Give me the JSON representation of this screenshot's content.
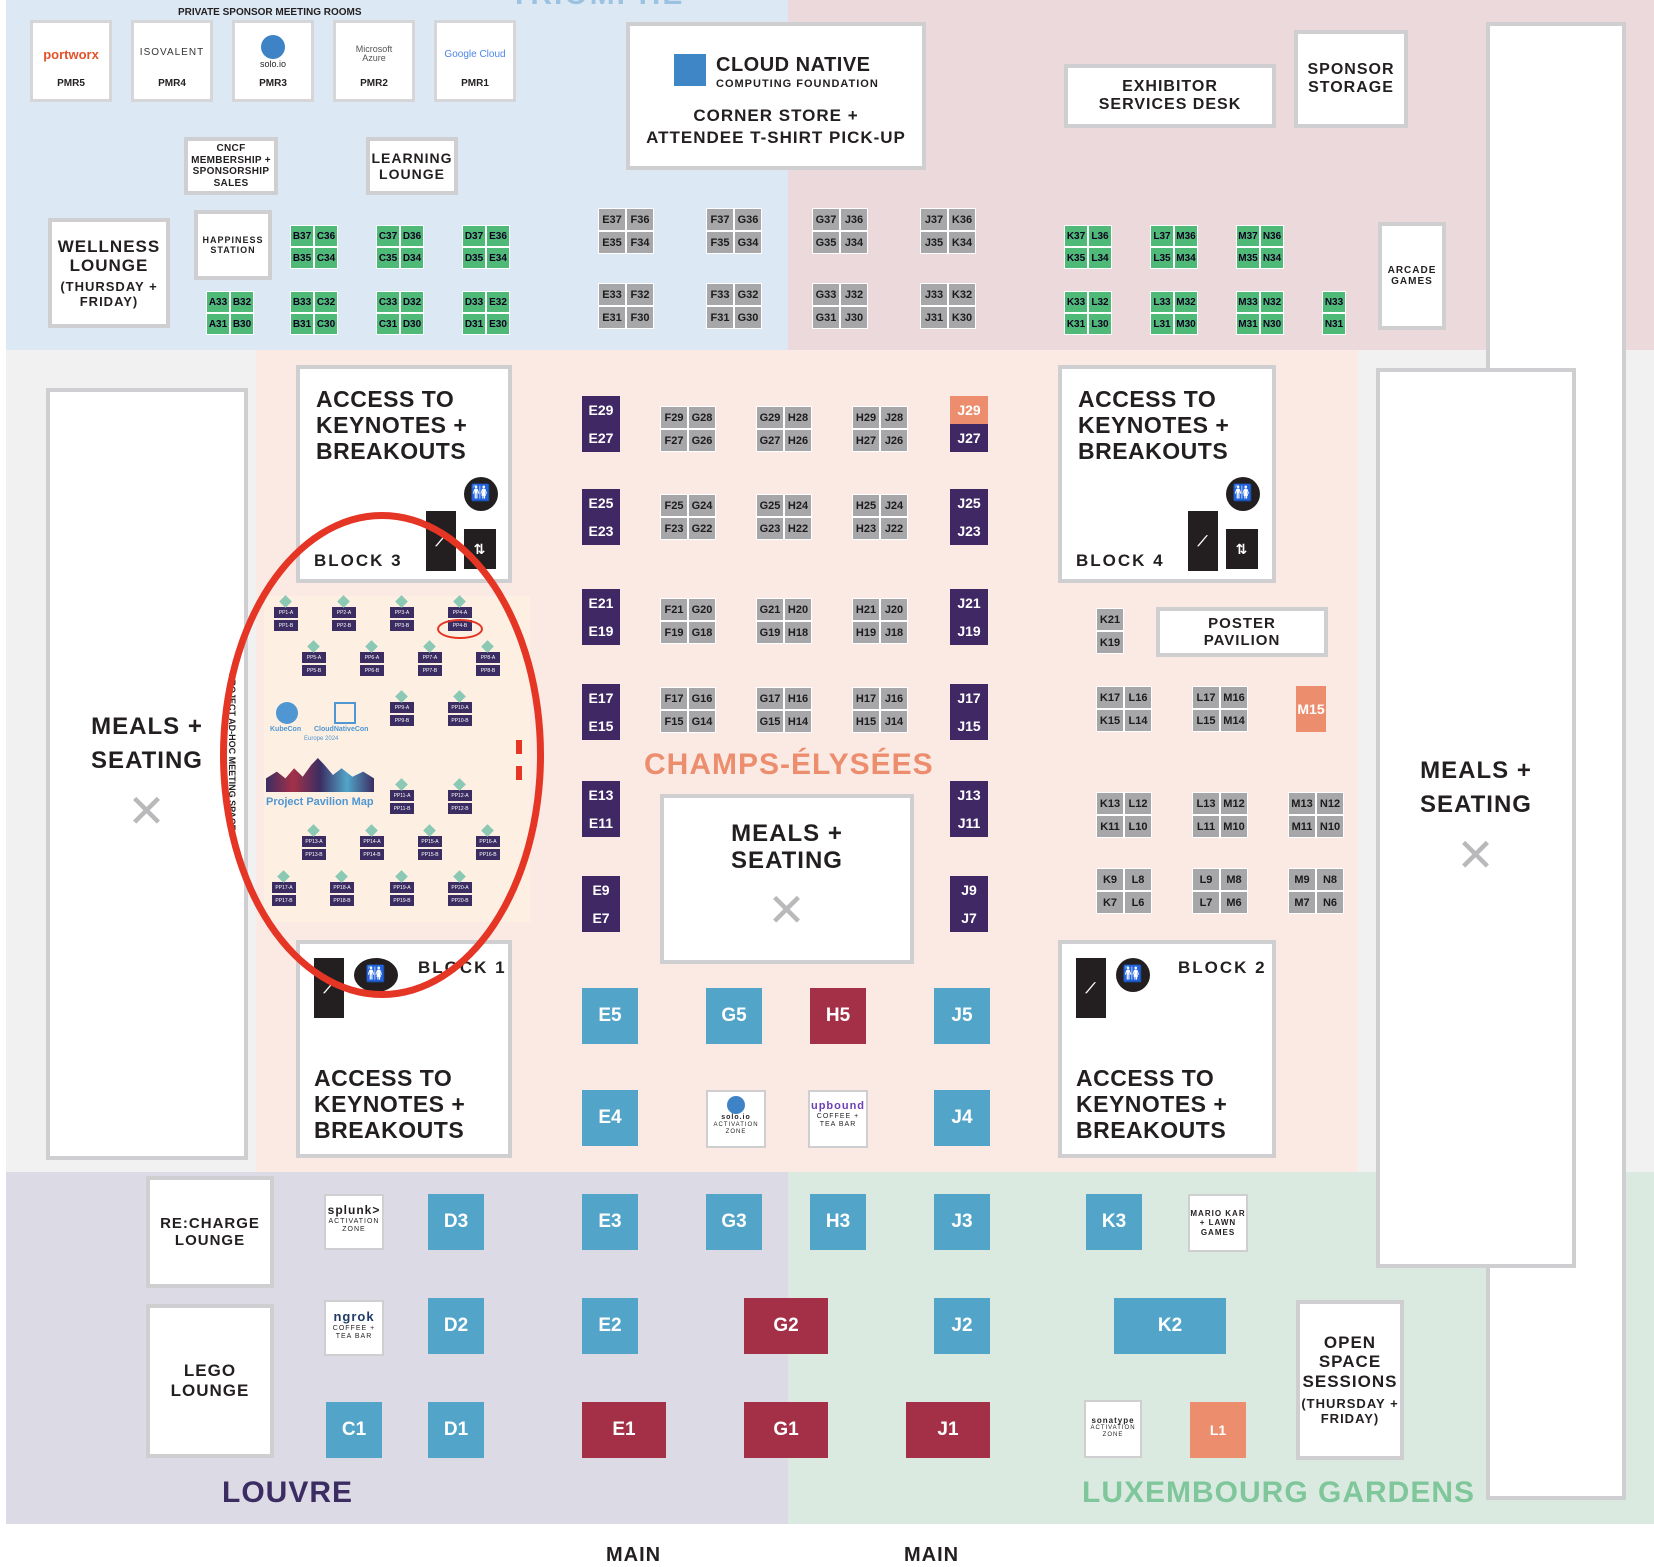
{
  "zones": {
    "triomphe_partial": "TRIOMPHE",
    "champs": "CHAMPS-ÉLYSÉES",
    "louvre": "LOUVRE",
    "luxembourg": "LUXEMBOURG GARDENS",
    "main_left": "MAIN",
    "main_right": "MAIN"
  },
  "pmr": {
    "header": "PRIVATE SPONSOR MEETING ROOMS",
    "rooms": [
      {
        "logo": "portworx",
        "label": "PMR5"
      },
      {
        "logo": "ISOVALENT",
        "label": "PMR4"
      },
      {
        "logo": "solo.io",
        "label": "PMR3"
      },
      {
        "logo": "Microsoft Azure",
        "label": "PMR2"
      },
      {
        "logo": "Google Cloud",
        "label": "PMR1"
      }
    ]
  },
  "cncf": {
    "title": "CLOUD NATIVE",
    "subtitle": "COMPUTING FOUNDATION",
    "line1": "CORNER STORE +",
    "line2": "ATTENDEE T-SHIRT PICK-UP"
  },
  "labels": {
    "exhibitor": "EXHIBITOR SERVICES DESK",
    "sponsor_storage": "SPONSOR STORAGE",
    "cncf_membership": "CNCF MEMBERSHIP + SPONSORSHIP SALES",
    "learning": "LEARNING LOUNGE",
    "wellness": "WELLNESS LOUNGE",
    "wellness_days": "(THURSDAY + FRIDAY)",
    "happiness": "HAPPINESS STATION",
    "arcade": "ARCADE GAMES",
    "access": "ACCESS TO KEYNOTES + BREAKOUTS",
    "block1": "BLOCK 1",
    "block2": "BLOCK 2",
    "block3": "BLOCK 3",
    "block4": "BLOCK 4",
    "meals_left": "MEALS + SEATING",
    "meals_right": "MEALS + SEATING",
    "meals_center": "MEALS + SEATING",
    "poster": "POSTER PAVILION",
    "recharge": "RE:CHARGE LOUNGE",
    "lego": "LEGO LOUNGE",
    "open_space": "OPEN SPACE SESSIONS",
    "open_space_days": "(THURSDAY + FRIDAY)",
    "mario": "MARIO KAR + LAWN GAMES",
    "pavilion_map": "Project Pavilion Map",
    "kubecon": "KubeCon",
    "cnc": "CloudNativeCon",
    "europe": "Europe 2024",
    "adhoc": "PROJECT AD-HOC MEETING SPACES"
  },
  "sponsor_zones": [
    {
      "logo": "splunk>",
      "sub": "ACTIVATION ZONE"
    },
    {
      "logo": "ngrok",
      "sub": "COFFEE + TEA BAR"
    },
    {
      "logo": "solo.io",
      "sub": "ACTIVATION ZONE"
    },
    {
      "logo": "upbound",
      "sub": "COFFEE + TEA BAR"
    },
    {
      "logo": "sonatype",
      "sub": "ACTIVATION ZONE"
    }
  ],
  "booths_green": [
    "B37",
    "C36",
    "B35",
    "C34",
    "C37",
    "D36",
    "C35",
    "D34",
    "D37",
    "E36",
    "D35",
    "E34",
    "A33",
    "B32",
    "A31",
    "B30",
    "B33",
    "C32",
    "B31",
    "C30",
    "C33",
    "D32",
    "C31",
    "D30",
    "D33",
    "E32",
    "D31",
    "E30",
    "K37",
    "L36",
    "K35",
    "L34",
    "L37",
    "M36",
    "L35",
    "M34",
    "M37",
    "N36",
    "M35",
    "N34",
    "K33",
    "L32",
    "K31",
    "L30",
    "L33",
    "M32",
    "L31",
    "M30",
    "M33",
    "N32",
    "M31",
    "N30",
    "N33",
    "N31"
  ],
  "booths_grey_top": [
    "E37",
    "F36",
    "E35",
    "F34",
    "F37",
    "G36",
    "F35",
    "G34",
    "G37",
    "J36",
    "G35",
    "J34",
    "J37",
    "K36",
    "J35",
    "K34",
    "E33",
    "F32",
    "E31",
    "F30",
    "F33",
    "G32",
    "F31",
    "G30",
    "G33",
    "J32",
    "G31",
    "J30",
    "J33",
    "K32",
    "J31",
    "K30"
  ],
  "booths_grey": [
    "F29",
    "G28",
    "F27",
    "G26",
    "G29",
    "H28",
    "G27",
    "H26",
    "H29",
    "J28",
    "H27",
    "J26",
    "F25",
    "G24",
    "F23",
    "G22",
    "G25",
    "H24",
    "G23",
    "H22",
    "H25",
    "J24",
    "H23",
    "J22",
    "F21",
    "G20",
    "F19",
    "G18",
    "G21",
    "H20",
    "G19",
    "H18",
    "H21",
    "J20",
    "H19",
    "J18",
    "F17",
    "G16",
    "F15",
    "G14",
    "G17",
    "H16",
    "G15",
    "H14",
    "H17",
    "J16",
    "H15",
    "J14"
  ],
  "booths_grey_right": [
    "K21",
    "K19",
    "K17",
    "L16",
    "K15",
    "L14",
    "L17",
    "M16",
    "L15",
    "M14",
    "K13",
    "L12",
    "K11",
    "L10",
    "L13",
    "M12",
    "L11",
    "M10",
    "M13",
    "N12",
    "M11",
    "N10",
    "K9",
    "L8",
    "K7",
    "L6",
    "L9",
    "M8",
    "L7",
    "M6",
    "M9",
    "N8",
    "M7",
    "N6"
  ],
  "booths_purple_e": [
    "E29",
    "E27",
    "E25",
    "E23",
    "E21",
    "E19",
    "E17",
    "E15",
    "E13",
    "E11",
    "E9",
    "E7"
  ],
  "booths_purple_j": [
    "J29",
    "J27",
    "J25",
    "J23",
    "J21",
    "J19",
    "J17",
    "J15",
    "J13",
    "J11",
    "J9",
    "J7"
  ],
  "booth_m15": "M15",
  "booths_blue": [
    "E5",
    "G5",
    "J5",
    "E4",
    "J4",
    "D3",
    "E3",
    "G3",
    "H3",
    "J3",
    "K3",
    "D2",
    "E2",
    "J2",
    "K2",
    "C1",
    "D1",
    "L1"
  ],
  "booths_red": [
    "H5",
    "G2",
    "E1",
    "G1",
    "J1"
  ],
  "pavilion": [
    "PP1-A",
    "PP1-B",
    "PP2-A",
    "PP2-B",
    "PP3-A",
    "PP3-B",
    "PP4-A",
    "PP4-B",
    "PP5-A",
    "PP5-B",
    "PP6-A",
    "PP6-B",
    "PP7-A",
    "PP7-B",
    "PP8-A",
    "PP8-B",
    "PP9-A",
    "PP9-B",
    "PP10-A",
    "PP10-B",
    "PP11-A",
    "PP11-B",
    "PP12-A",
    "PP12-B",
    "PP13-A",
    "PP13-B",
    "PP14-A",
    "PP14-B",
    "PP15-A",
    "PP15-B",
    "PP16-A",
    "PP16-B",
    "PP17-A",
    "PP17-B",
    "PP18-A",
    "PP18-B",
    "PP19-A",
    "PP19-B",
    "PP20-A",
    "PP20-B"
  ],
  "colors": {
    "triomphe": "#dce9f5",
    "pink_top": "#ecd9dc",
    "champs": "#fbe9e4",
    "louvre": "#dcdae4",
    "luxembourg": "#dbeae1",
    "green": "#4fba77",
    "purple": "#402865",
    "blue": "#52a5c9",
    "red": "#a43048",
    "orange": "#ec8e6e",
    "highlight": "#e53524"
  }
}
